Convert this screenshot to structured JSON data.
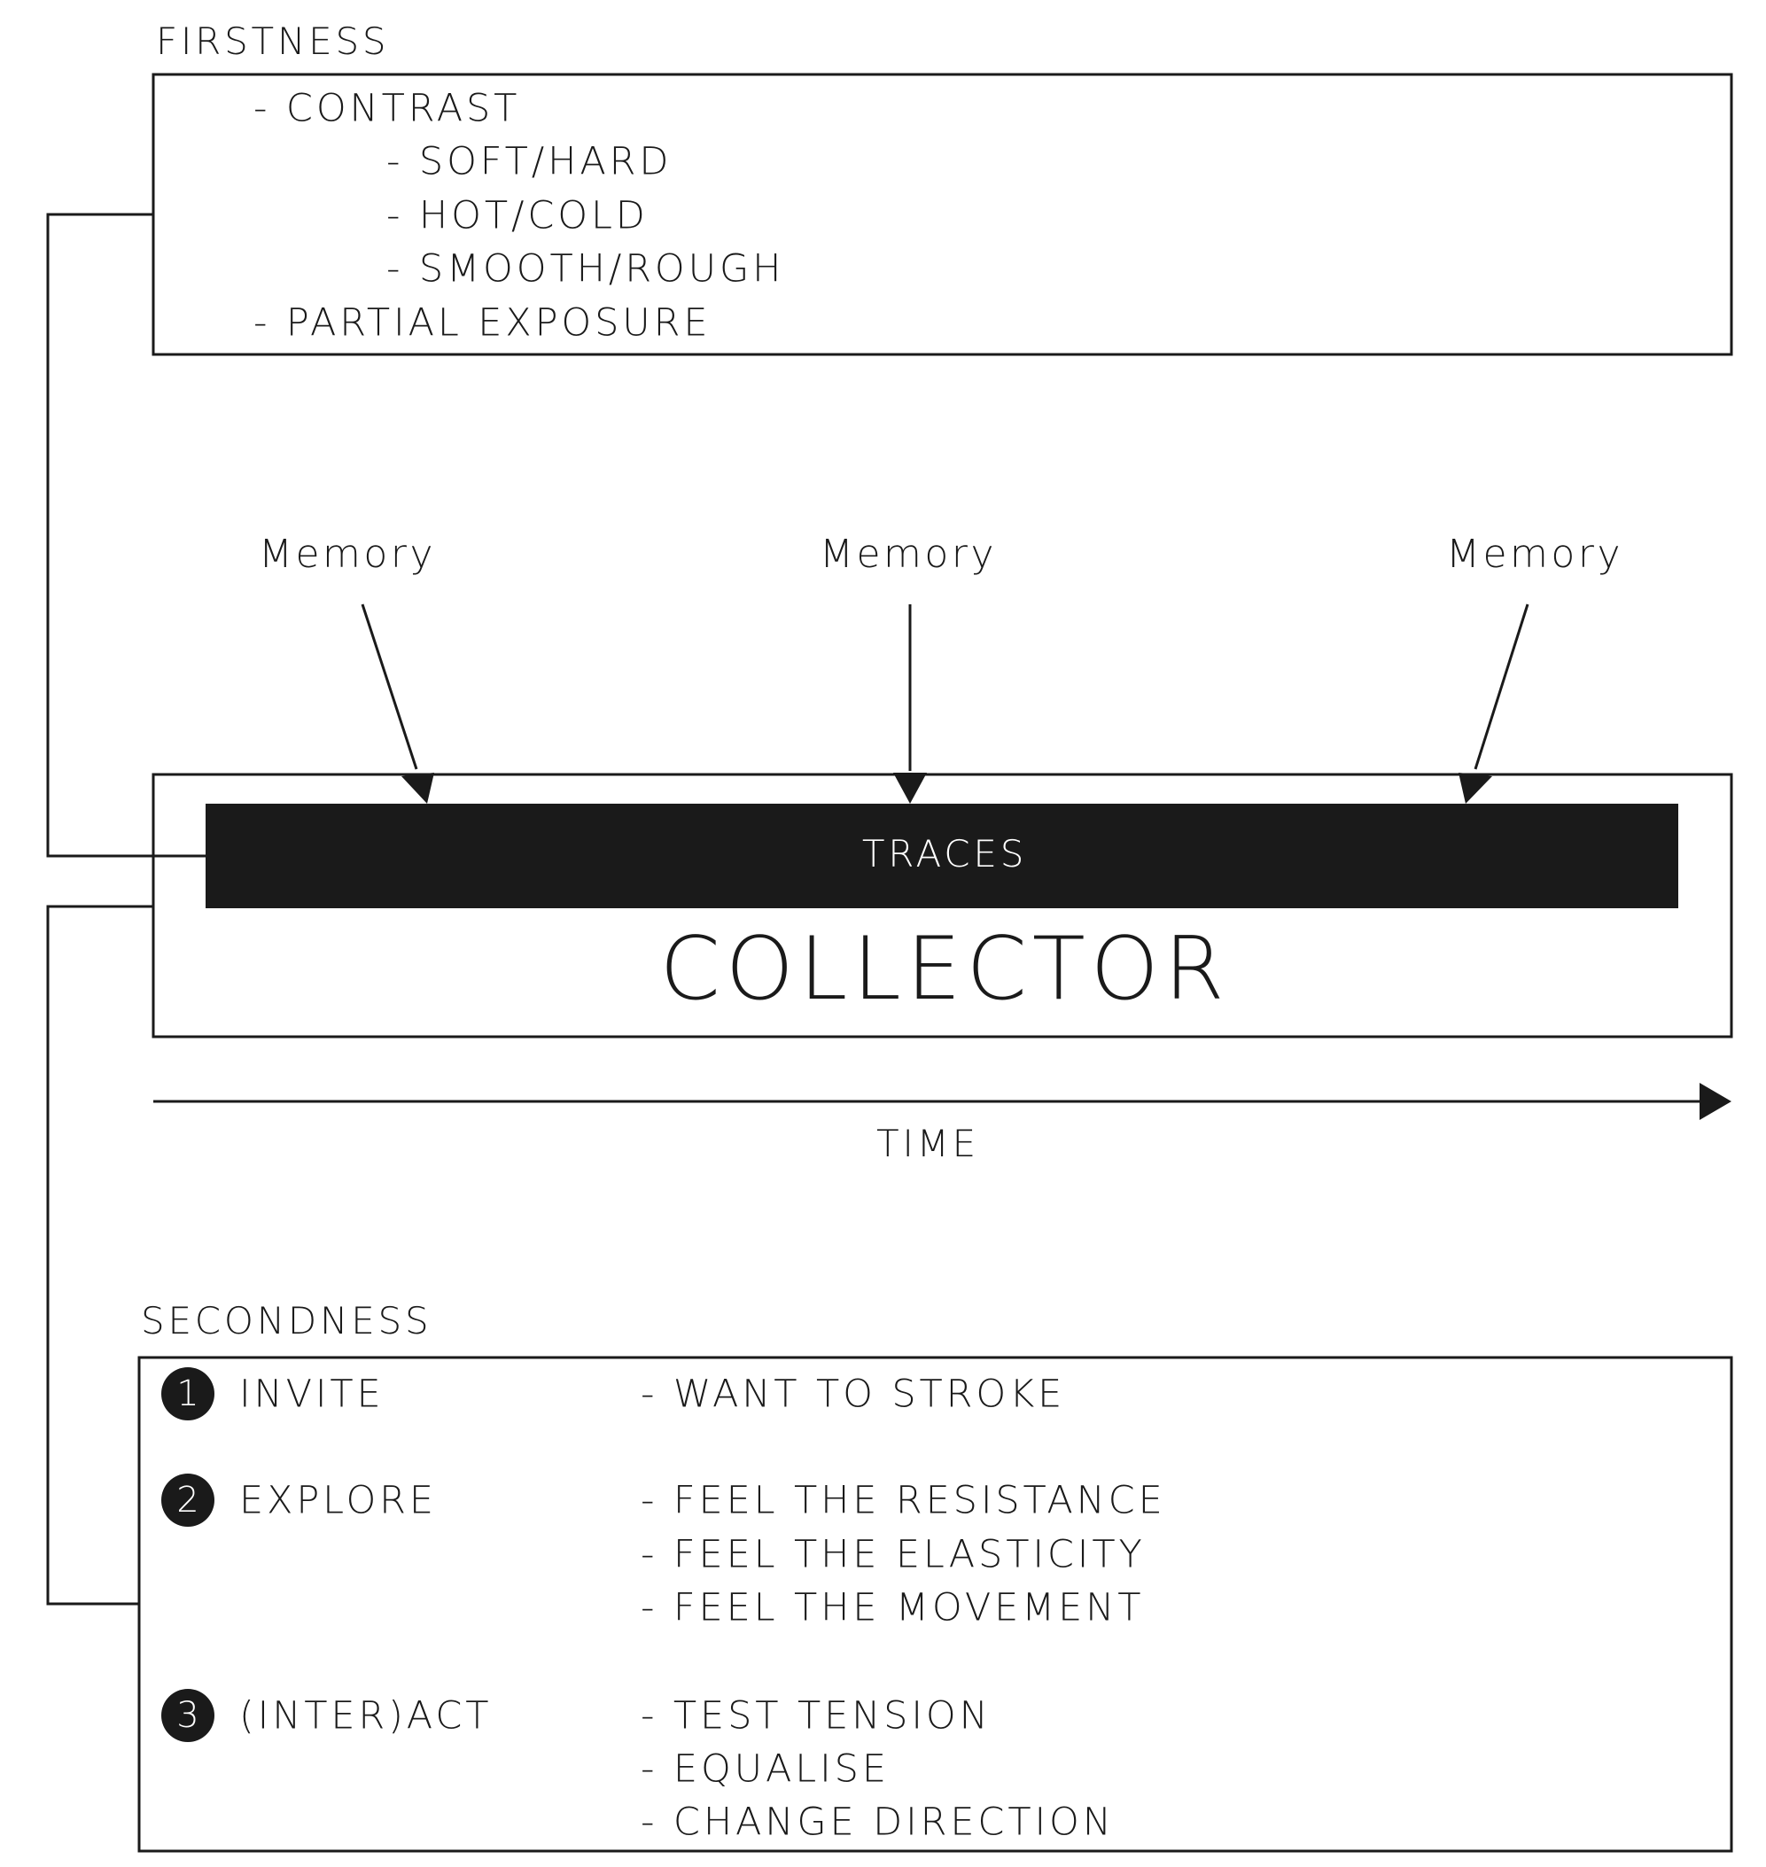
{
  "firstness": {
    "title": "FIRSTNESS",
    "items": [
      "- CONTRAST",
      "- SOFT/HARD",
      "- HOT/COLD",
      "- SMOOTH/ROUGH",
      "- PARTIAL EXPOSURE"
    ]
  },
  "memory_labels": [
    "Memory",
    "Memory",
    "Memory"
  ],
  "collector": {
    "traces_label": "TRACES",
    "title": "COLLECTOR"
  },
  "time_label": "TIME",
  "secondness": {
    "title": "SECONDNESS",
    "steps": [
      {
        "number": "1",
        "label": "INVITE",
        "details": [
          "- WANT TO STROKE"
        ]
      },
      {
        "number": "2",
        "label": "EXPLORE",
        "details": [
          "- FEEL THE RESISTANCE",
          "- FEEL THE ELASTICITY",
          "- FEEL THE MOVEMENT"
        ]
      },
      {
        "number": "3",
        "label": "(INTER)ACT",
        "details": [
          "- TEST TENSION",
          "- EQUALISE",
          "- CHANGE DIRECTION"
        ]
      }
    ]
  },
  "colors": {
    "ink": "#1a1a1a",
    "background": "#ffffff"
  }
}
